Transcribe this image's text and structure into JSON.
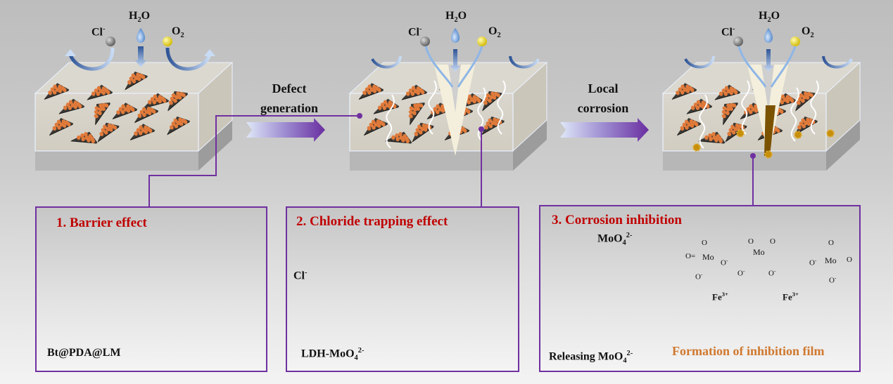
{
  "stages": [
    {
      "id": "intact",
      "species": {
        "chloride": "Cl",
        "chloride_sup": "-",
        "water": "H",
        "water_sub": "2",
        "water_tail": "O",
        "oxygen": "O",
        "oxygen_sub": "2"
      }
    },
    {
      "id": "defect",
      "species": {
        "chloride": "Cl",
        "chloride_sup": "-",
        "water": "H",
        "water_sub": "2",
        "water_tail": "O",
        "oxygen": "O",
        "oxygen_sub": "2"
      }
    },
    {
      "id": "corrosion",
      "species": {
        "chloride": "Cl",
        "chloride_sup": "-",
        "water": "H",
        "water_sub": "2",
        "water_tail": "O",
        "oxygen": "O",
        "oxygen_sub": "2"
      }
    }
  ],
  "transitions": [
    {
      "line1": "Defect",
      "line2": "generation"
    },
    {
      "line1": "Local",
      "line2": "corrosion"
    }
  ],
  "panels": [
    {
      "title": "1. Barrier effect",
      "caption": "Bt@PDA@LM"
    },
    {
      "title": "2. Chloride trapping effect",
      "ion_label": "Cl",
      "ion_sup": "-",
      "caption": "LDH-MoO",
      "caption_sub": "4",
      "caption_sup": "2-"
    },
    {
      "title": "3. Corrosion inhibition",
      "ion_label": "MoO",
      "ion_sub": "4",
      "ion_sup": "2-",
      "caption": "Releasing MoO",
      "caption_sub": "4",
      "caption_sup": "2-",
      "film_caption": "Formation of inhibition film",
      "cation": "Fe",
      "cation_sup": "3+",
      "atom_mo": "Mo",
      "atom_o": "O",
      "atom_o_minus": "O-"
    }
  ],
  "colors": {
    "accent_purple": "#7030a0",
    "title_red": "#c00000",
    "film_orange": "#d0782e",
    "platelet_orange": "#e07a3a",
    "ldh_brown": "#c8693a",
    "molybdate_green": "#2ebf95",
    "chloride_gray": "#8a8a8a",
    "oxygen_yellow": "#e8d400",
    "water_blue": "#6a9fd8",
    "rust_brown": "#7a5200"
  }
}
